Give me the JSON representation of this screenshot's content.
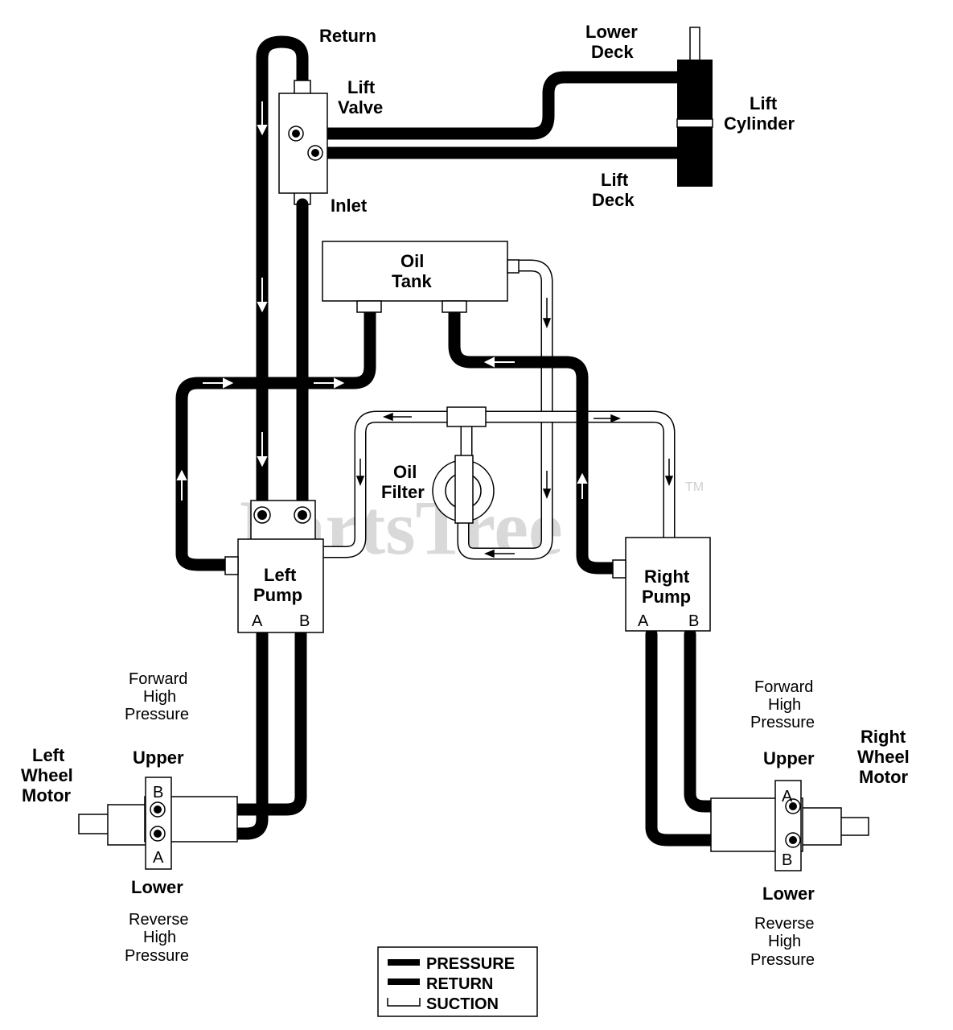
{
  "labels": {
    "return": "Return",
    "lift_valve": [
      "Lift",
      "Valve"
    ],
    "inlet": "Inlet",
    "lower_deck": [
      "Lower",
      "Deck"
    ],
    "lift_cylinder": [
      "Lift",
      "Cylinder"
    ],
    "lift_deck": [
      "Lift",
      "Deck"
    ],
    "oil_tank": [
      "Oil",
      "Tank"
    ],
    "oil_filter": [
      "Oil",
      "Filter"
    ],
    "left_pump": [
      "Left",
      "Pump"
    ],
    "right_pump": [
      "Right",
      "Pump"
    ],
    "left_pump_ports": [
      "A",
      "B"
    ],
    "right_pump_ports": [
      "A",
      "B"
    ],
    "left_forward": [
      "Forward",
      "High",
      "Pressure"
    ],
    "right_forward": [
      "Forward",
      "High",
      "Pressure"
    ],
    "left_wheel_motor": [
      "Left",
      "Wheel",
      "Motor"
    ],
    "right_wheel_motor": [
      "Right",
      "Wheel",
      "Motor"
    ],
    "left_upper": "Upper",
    "right_upper": "Upper",
    "left_lower": "Lower",
    "right_lower": "Lower",
    "left_reverse": [
      "Reverse",
      "High",
      "Pressure"
    ],
    "right_reverse": [
      "Reverse",
      "High",
      "Pressure"
    ],
    "left_motor_ports": [
      "B",
      "A"
    ],
    "right_motor_ports": [
      "A",
      "B"
    ]
  },
  "legend": {
    "items": [
      {
        "style": "pressure",
        "label": "PRESSURE"
      },
      {
        "style": "return",
        "label": "RETURN"
      },
      {
        "style": "suction",
        "label": "SUCTION"
      }
    ]
  },
  "watermark": {
    "text": "PartsTree",
    "tm": "TM"
  },
  "colors": {
    "line": "#000000",
    "background": "#ffffff",
    "watermark": "#d9d9d9"
  }
}
